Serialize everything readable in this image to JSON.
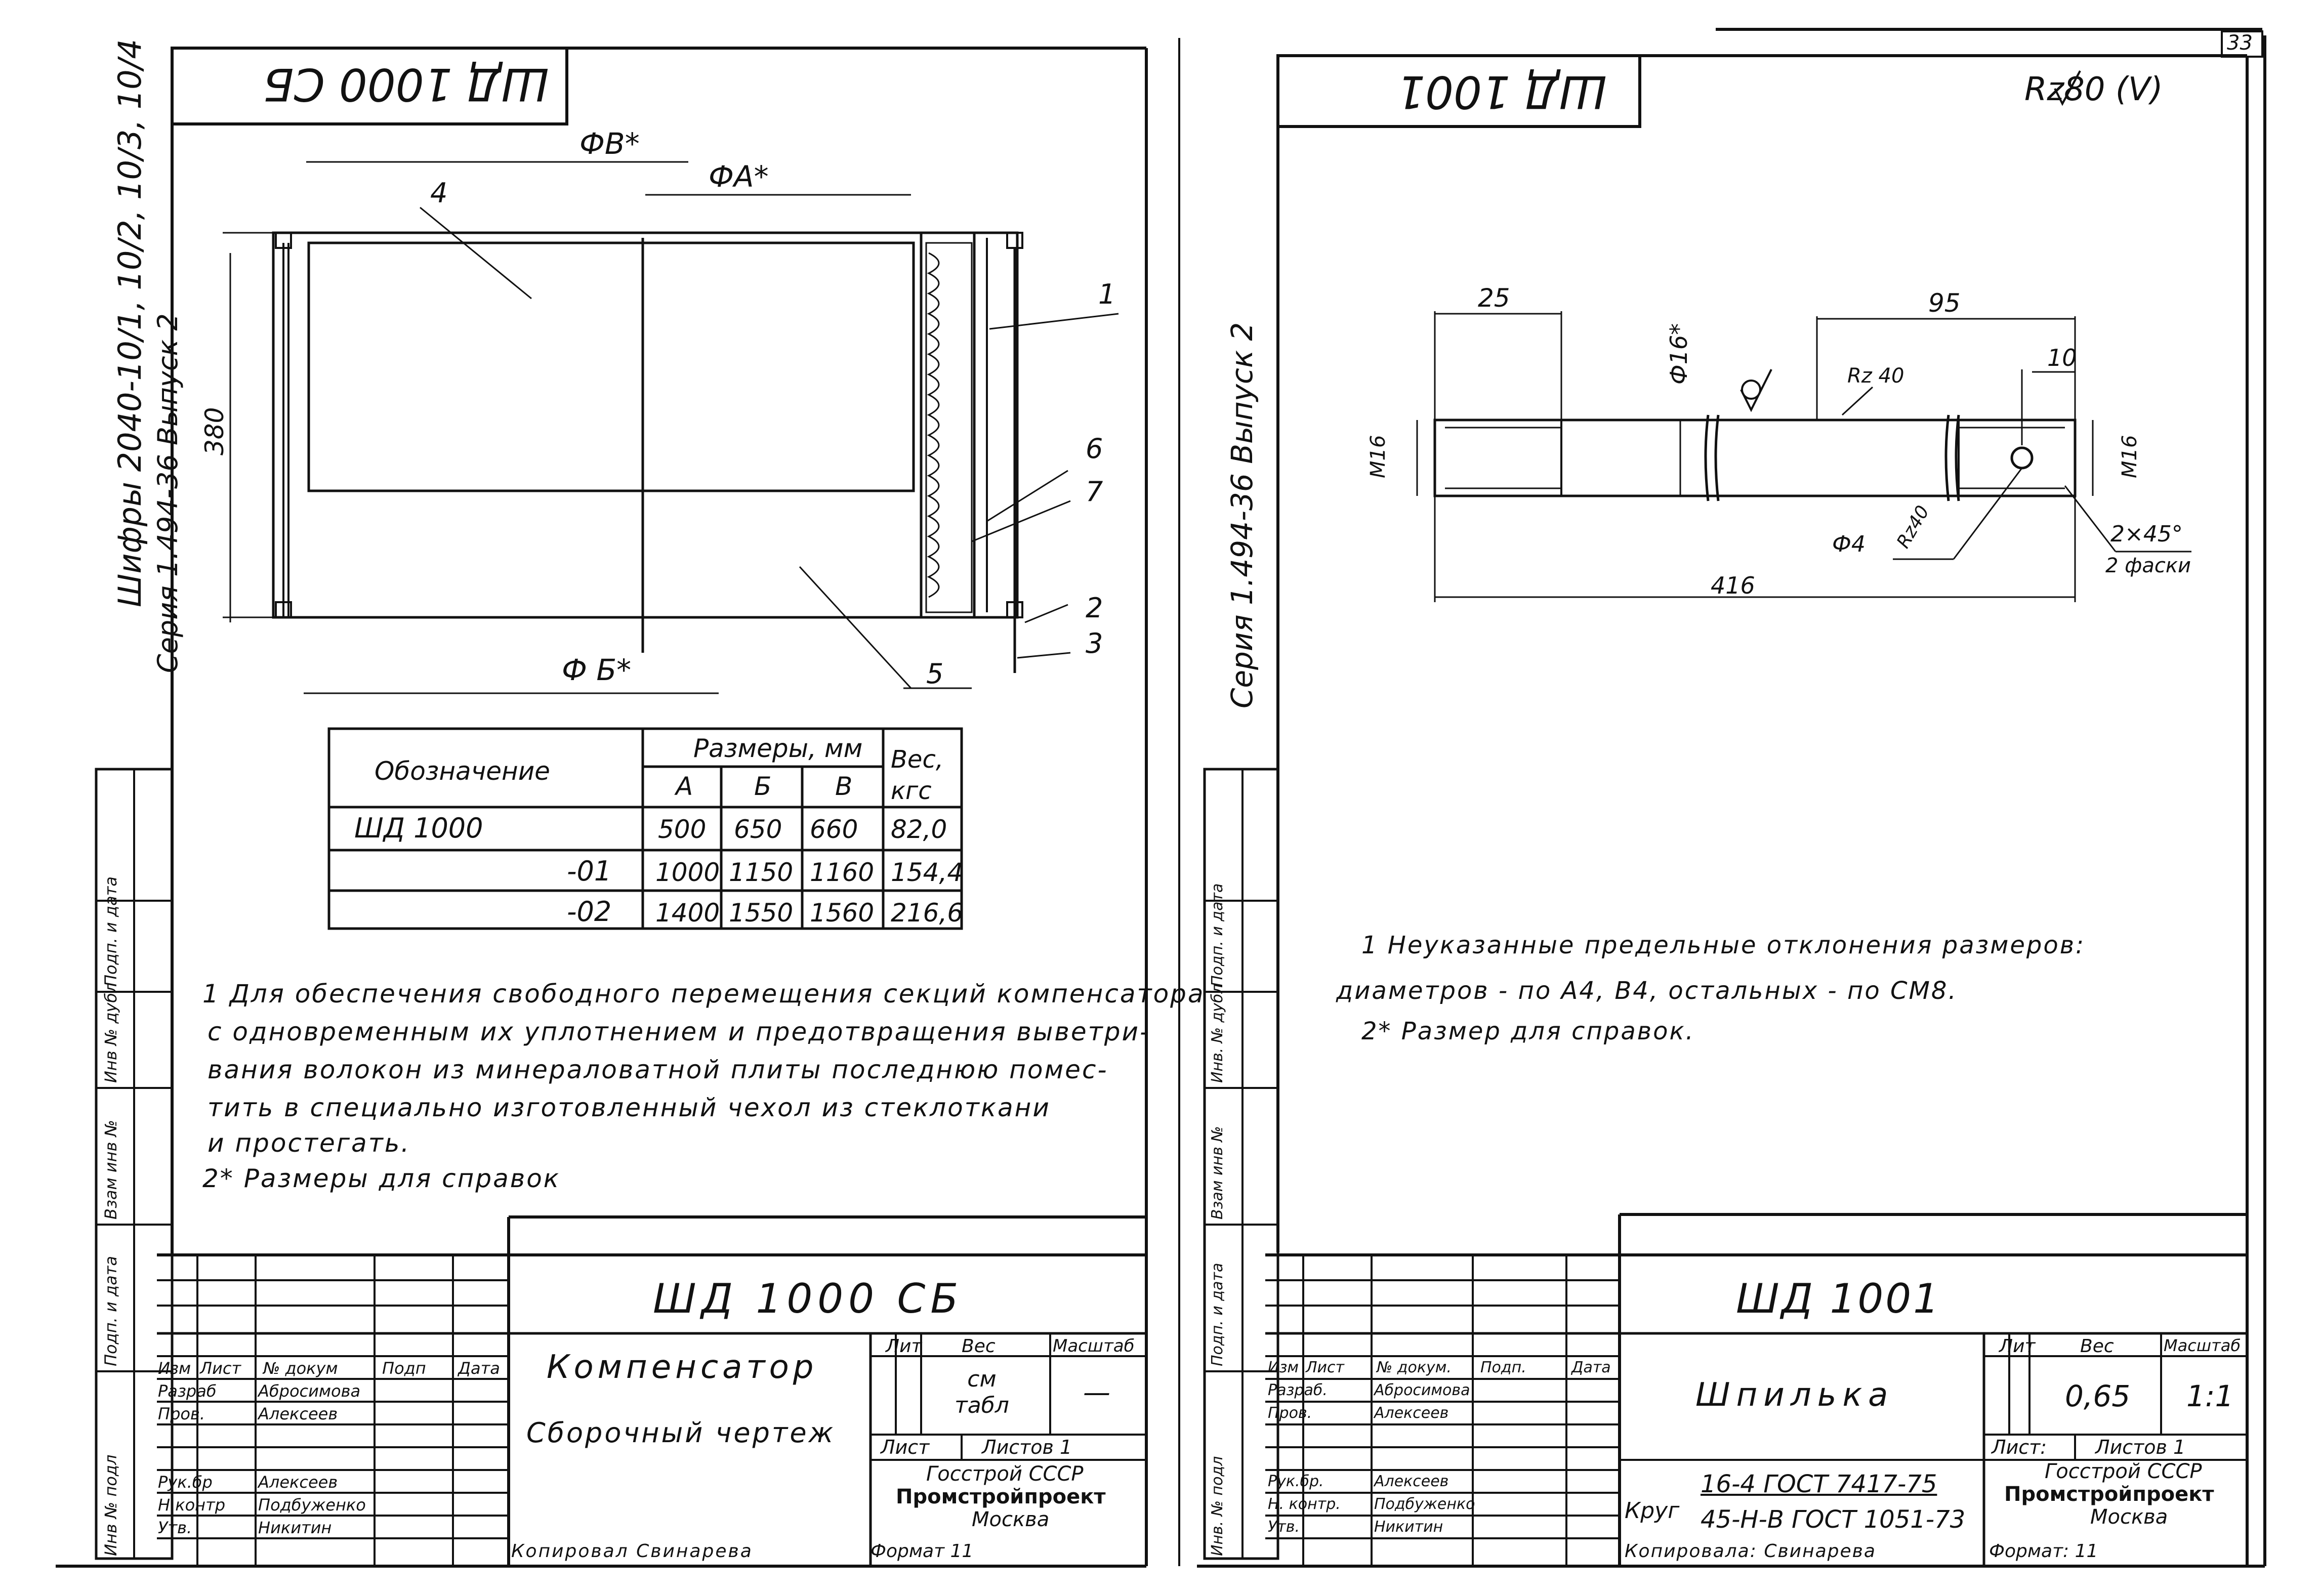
{
  "page_number": "33",
  "left_sheet": {
    "side_series": "Серия 1.494-36 Выпуск 2",
    "side_title": "Шифры 2040-10/1, 10/2, 10/3, 10/4",
    "code_stamp": "ШД 1000 СБ",
    "drawing_labels": {
      "phi_b_top": "ФВ*",
      "phi_a": "ФА*",
      "phi_b_bottom": "Ф Б*",
      "height": "380",
      "pos4": "4",
      "pos1": "1",
      "pos6": "6",
      "pos7": "7",
      "pos2": "2",
      "pos3": "3",
      "pos5": "5"
    },
    "table": {
      "header_designation": "Обозначение",
      "header_dimensions": "Размеры, мм",
      "header_weight": "Вес, кгс",
      "col_a": "А",
      "col_b": "Б",
      "col_v": "В",
      "rows": [
        {
          "name": "ШД 1000",
          "a": "500",
          "b": "650",
          "v": "660",
          "w": "82,0"
        },
        {
          "name": "-01",
          "a": "1000",
          "b": "1150",
          "v": "1160",
          "w": "154,4"
        },
        {
          "name": "-02",
          "a": "1400",
          "b": "1550",
          "v": "1560",
          "w": "216,6"
        }
      ]
    },
    "notes": [
      "1 Для обеспечения свободного перемещения секций компенсатора",
      "с одновременным их уплотнением и предотвращения выветри-",
      "вания волокон из минераловатной плиты последнюю помес-",
      "тить в специально изготовленный чехол из стеклоткани",
      "и простегать.",
      "2* Размеры для справок"
    ],
    "title_block": {
      "designation": "ШД 1000 СБ",
      "name_line1": "Компенсатор",
      "name_line2": "Сборочный чертеж",
      "lit": "Лит",
      "ves": "Вес",
      "scale": "Масштаб",
      "ves_value": "см табл",
      "scale_value": "—",
      "sheet": "Лист",
      "sheets": "Листов 1",
      "org1": "Госстрой СССР",
      "org2": "Промстройпроект",
      "org3": "Москва",
      "col_izm": "Изм",
      "col_list": "Лист",
      "col_doc": "№ докум",
      "col_sign": "Подп",
      "col_date": "Дата",
      "roles": [
        {
          "role": "Разраб",
          "name": "Абросимова"
        },
        {
          "role": "Пров.",
          "name": "Алексеев"
        },
        {
          "role": "",
          "name": ""
        },
        {
          "role": "Рук.бр",
          "name": "Алексеев"
        },
        {
          "role": "Н контр",
          "name": "Подбуженко"
        },
        {
          "role": "Утв.",
          "name": "Никитин"
        }
      ],
      "copied": "Копировал Свинарева",
      "format": "Формат 11"
    },
    "side_columns": [
      "Инв № подл",
      "Подп. и дата",
      "Взам инв №",
      "Инв № дубл",
      "Подп. и дата"
    ]
  },
  "right_sheet": {
    "side_series": "Серия 1.494-36 Выпуск 2",
    "code_stamp": "ШД 1001",
    "roughness": "Rz80 (V)",
    "dims": {
      "d25": "25",
      "d95": "95",
      "d10": "10",
      "phi16": "Ф16*",
      "rz40a": "Rz 40",
      "rz40b": "Rz40",
      "m16a": "М16",
      "m16b": "М16",
      "phi4": "Ф4",
      "chamfer1": "2×45°",
      "chamfer2": "2 фаски",
      "d416": "416"
    },
    "notes": [
      "1 Неуказанные предельные отклонения размеров:",
      "диаметров - по А4, В4, остальных - по СМ8.",
      "2* Размер для справок."
    ],
    "title_block": {
      "designation": "ШД 1001",
      "name": "Шпилька",
      "lit": "Лит",
      "ves": "Вес",
      "scale": "Масштаб",
      "ves_value": "0,65",
      "scale_value": "1:1",
      "sheet": "Лист:",
      "sheets": "Листов 1",
      "org1": "Госстрой СССР",
      "org2": "Промстройпроект",
      "org3": "Москва",
      "material_label": "Круг",
      "material1": "16-4 ГОСТ 7417-75",
      "material2": "45-Н-В ГОСТ 1051-73",
      "col_izm": "Изм",
      "col_list": "Лист",
      "col_doc": "№ докум.",
      "col_sign": "Подп.",
      "col_date": "Дата",
      "roles": [
        {
          "role": "Разраб.",
          "name": "Абросимова"
        },
        {
          "role": "Пров.",
          "name": "Алексеев"
        },
        {
          "role": "",
          "name": ""
        },
        {
          "role": "Рук.бр.",
          "name": "Алексеев"
        },
        {
          "role": "Н. контр.",
          "name": "Подбуженко"
        },
        {
          "role": "Утв.",
          "name": "Никитин"
        }
      ],
      "copied": "Копировала: Свинарева",
      "format": "Формат: 11"
    },
    "side_columns": [
      "Инв. № подл",
      "Подп. и дата",
      "Взам инв №",
      "Инв. № дубл",
      "Подп. и дата"
    ]
  }
}
